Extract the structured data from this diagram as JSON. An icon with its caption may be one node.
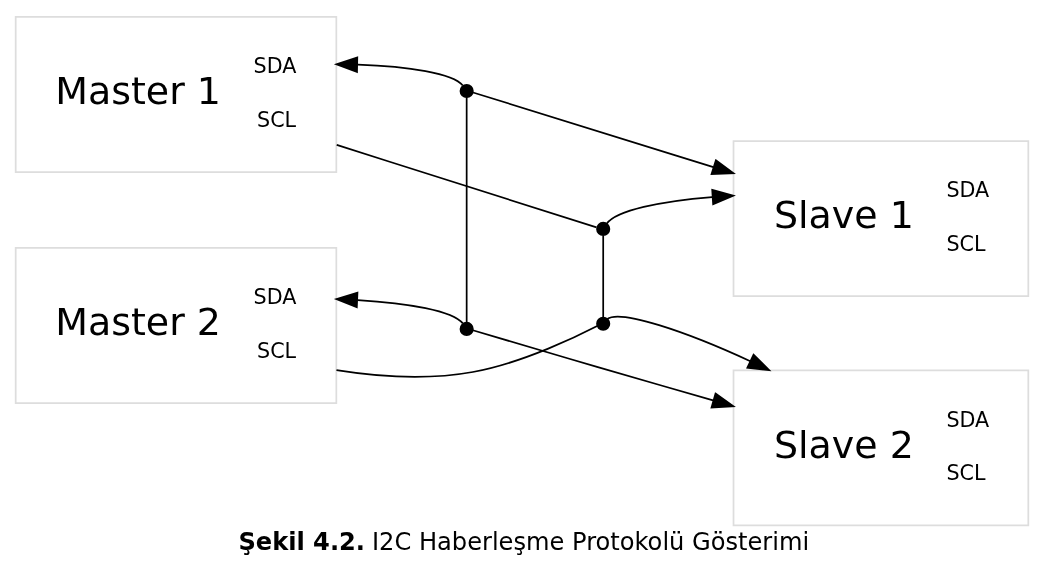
{
  "diagram": {
    "caption": "**Şekil 4.2.** I2C Haberleşme Protokolü Gösterimi",
    "nodes": [
      {
        "text": [
          "Master 1",
          "SDA",
          "SCL"
        ]
      },
      {
        "text": [
          "Slave 1",
          "SDA",
          "SCL"
        ]
      },
      {
        "text": [
          "Master 2",
          "SDA",
          "SCL"
        ]
      },
      {
        "text": [
          "Slave 2",
          "SDA",
          "SCL"
        ]
      },
      {
        "text": [],
        "shape": "circle"
      },
      {
        "text": [],
        "shape": "circle"
      },
      {
        "text": [],
        "shape": "circle"
      },
      {
        "text": [],
        "shape": "circle"
      }
    ],
    "edges": [
      {
        "from": 4,
        "to": 0,
        "arrow": "to"
      },
      {
        "from": 4,
        "to": 1,
        "arrow": "to"
      },
      {
        "from": 0,
        "to": 5,
        "arrow": "none"
      },
      {
        "from": 5,
        "to": 1,
        "arrow": "to"
      },
      {
        "from": 4,
        "to": 6,
        "arrow": "none"
      },
      {
        "from": 5,
        "to": 7,
        "arrow": "none"
      },
      {
        "from": 6,
        "to": 2,
        "arrow": "to"
      },
      {
        "from": 6,
        "to": 3,
        "arrow": "to"
      },
      {
        "from": 2,
        "to": 7,
        "arrow": "none"
      },
      {
        "from": 7,
        "to": 3,
        "arrow": "to"
      }
    ]
  }
}
